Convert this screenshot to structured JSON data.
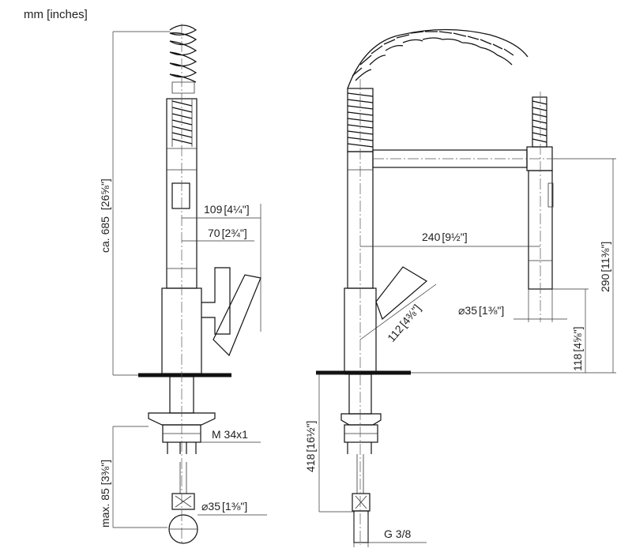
{
  "units": {
    "label": "mm [inches]"
  },
  "dimensions": {
    "overall_height": {
      "mm": "ca. 685",
      "in": "26⅝\""
    },
    "spout_reach_1": {
      "mm": "109",
      "in": "4¼\""
    },
    "spout_reach_2": {
      "mm": "70",
      "in": "2¾\""
    },
    "thread": {
      "label": "M 34x1"
    },
    "below_counter": {
      "mm": "max. 85",
      "in": "3⅜\""
    },
    "hose_dia_left": {
      "mm": "⌀35",
      "in": "1⅜\""
    },
    "arm_reach": {
      "mm": "240",
      "in": "9½\""
    },
    "spray_dia": {
      "mm": "⌀35",
      "in": "1⅜\""
    },
    "arm_height": {
      "mm": "290",
      "in": "11⅜\""
    },
    "spray_bottom": {
      "mm": "118",
      "in": "4⅝\""
    },
    "lever_length": {
      "mm": "112",
      "in": "4⅜\""
    },
    "hose_length": {
      "mm": "418",
      "in": "16½\""
    },
    "connection": {
      "label": "G 3/8"
    }
  }
}
